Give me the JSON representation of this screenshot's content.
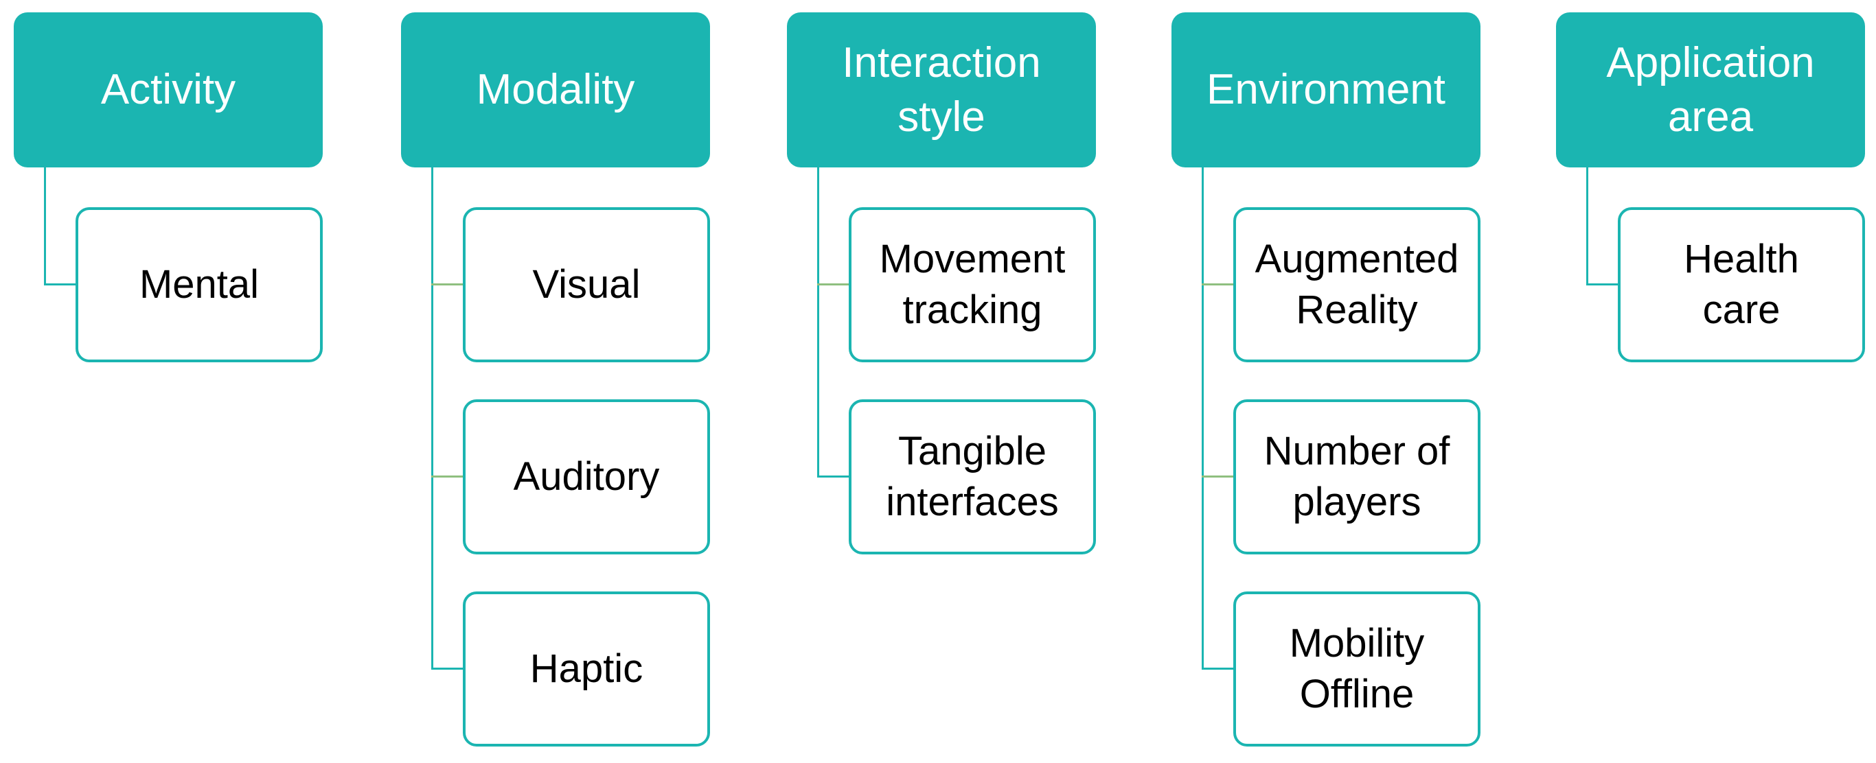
{
  "columns": [
    {
      "header": "Activity",
      "children": [
        "Mental"
      ]
    },
    {
      "header": "Modality",
      "children": [
        "Visual",
        "Auditory",
        "Haptic"
      ]
    },
    {
      "header": "Interaction\nstyle",
      "children": [
        "Movement\ntracking",
        "Tangible\ninterfaces"
      ]
    },
    {
      "header": "Environment",
      "children": [
        "Augmented\nReality",
        "Number of\nplayers",
        "Mobility\nOffline"
      ]
    },
    {
      "header": "Application\narea",
      "children": [
        "Health\ncare"
      ]
    }
  ],
  "colors": {
    "header_fill": "#1bb5b1",
    "header_text": "#ffffff",
    "child_border": "#1bb5b1",
    "connector_trunk": "#1bb5b1",
    "connector_branch": "#8fbf7f"
  }
}
